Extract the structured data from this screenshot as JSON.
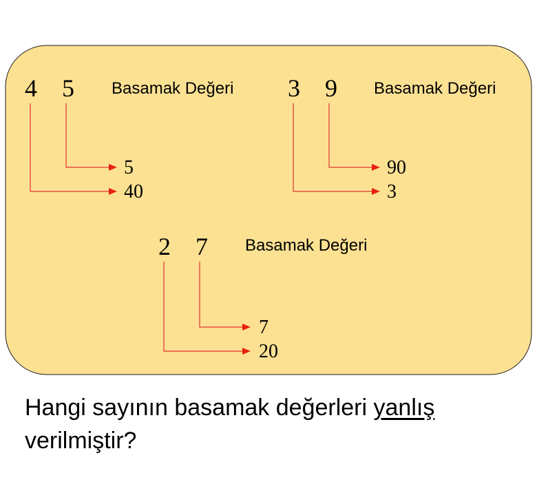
{
  "colors": {
    "card_fill": "#fce193",
    "card_stroke": "#1a1a1a",
    "line": "#e0332b",
    "arrow": "#e8200f"
  },
  "label": "Basamak Değeri",
  "groups": [
    {
      "digits": [
        "4",
        "5"
      ],
      "ones_value": "5",
      "tens_value": "40"
    },
    {
      "digits": [
        "3",
        "9"
      ],
      "ones_value": "90",
      "tens_value": "3"
    },
    {
      "digits": [
        "2",
        "7"
      ],
      "ones_value": "7",
      "tens_value": "20"
    }
  ],
  "question": {
    "before": "Hangi sayının basamak değerleri ",
    "underlined": "yanlış",
    "after": " verilmiştir?"
  }
}
